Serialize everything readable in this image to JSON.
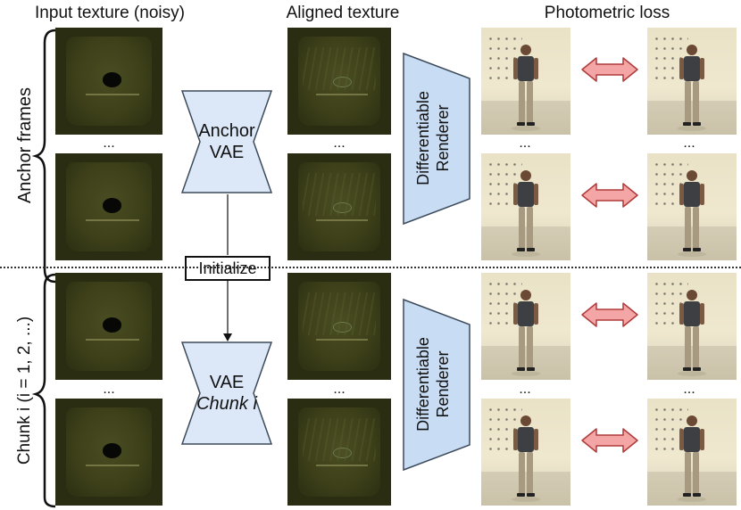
{
  "headers": {
    "input_texture": "Input texture (noisy)",
    "aligned_texture": "Aligned texture",
    "photometric_loss": "Photometric loss"
  },
  "side_labels": {
    "anchor": "Anchor frames",
    "chunk": "Chunk i (i = 1, 2, ...)"
  },
  "vae": {
    "anchor_line1": "Anchor",
    "anchor_line2": "VAE",
    "chunk_line1": "VAE",
    "chunk_line2": "Chunk i"
  },
  "renderer": {
    "line1": "Differentiable",
    "line2": "Renderer"
  },
  "initialize": "Initialize",
  "ellipsis": "...",
  "colors": {
    "vae_fill": "#dce8f8",
    "vae_stroke": "#3c4a5a",
    "renderer_fill": "#c8dcf4",
    "arrow_fill": "#f4a6a6",
    "arrow_stroke": "#b03a3a"
  }
}
